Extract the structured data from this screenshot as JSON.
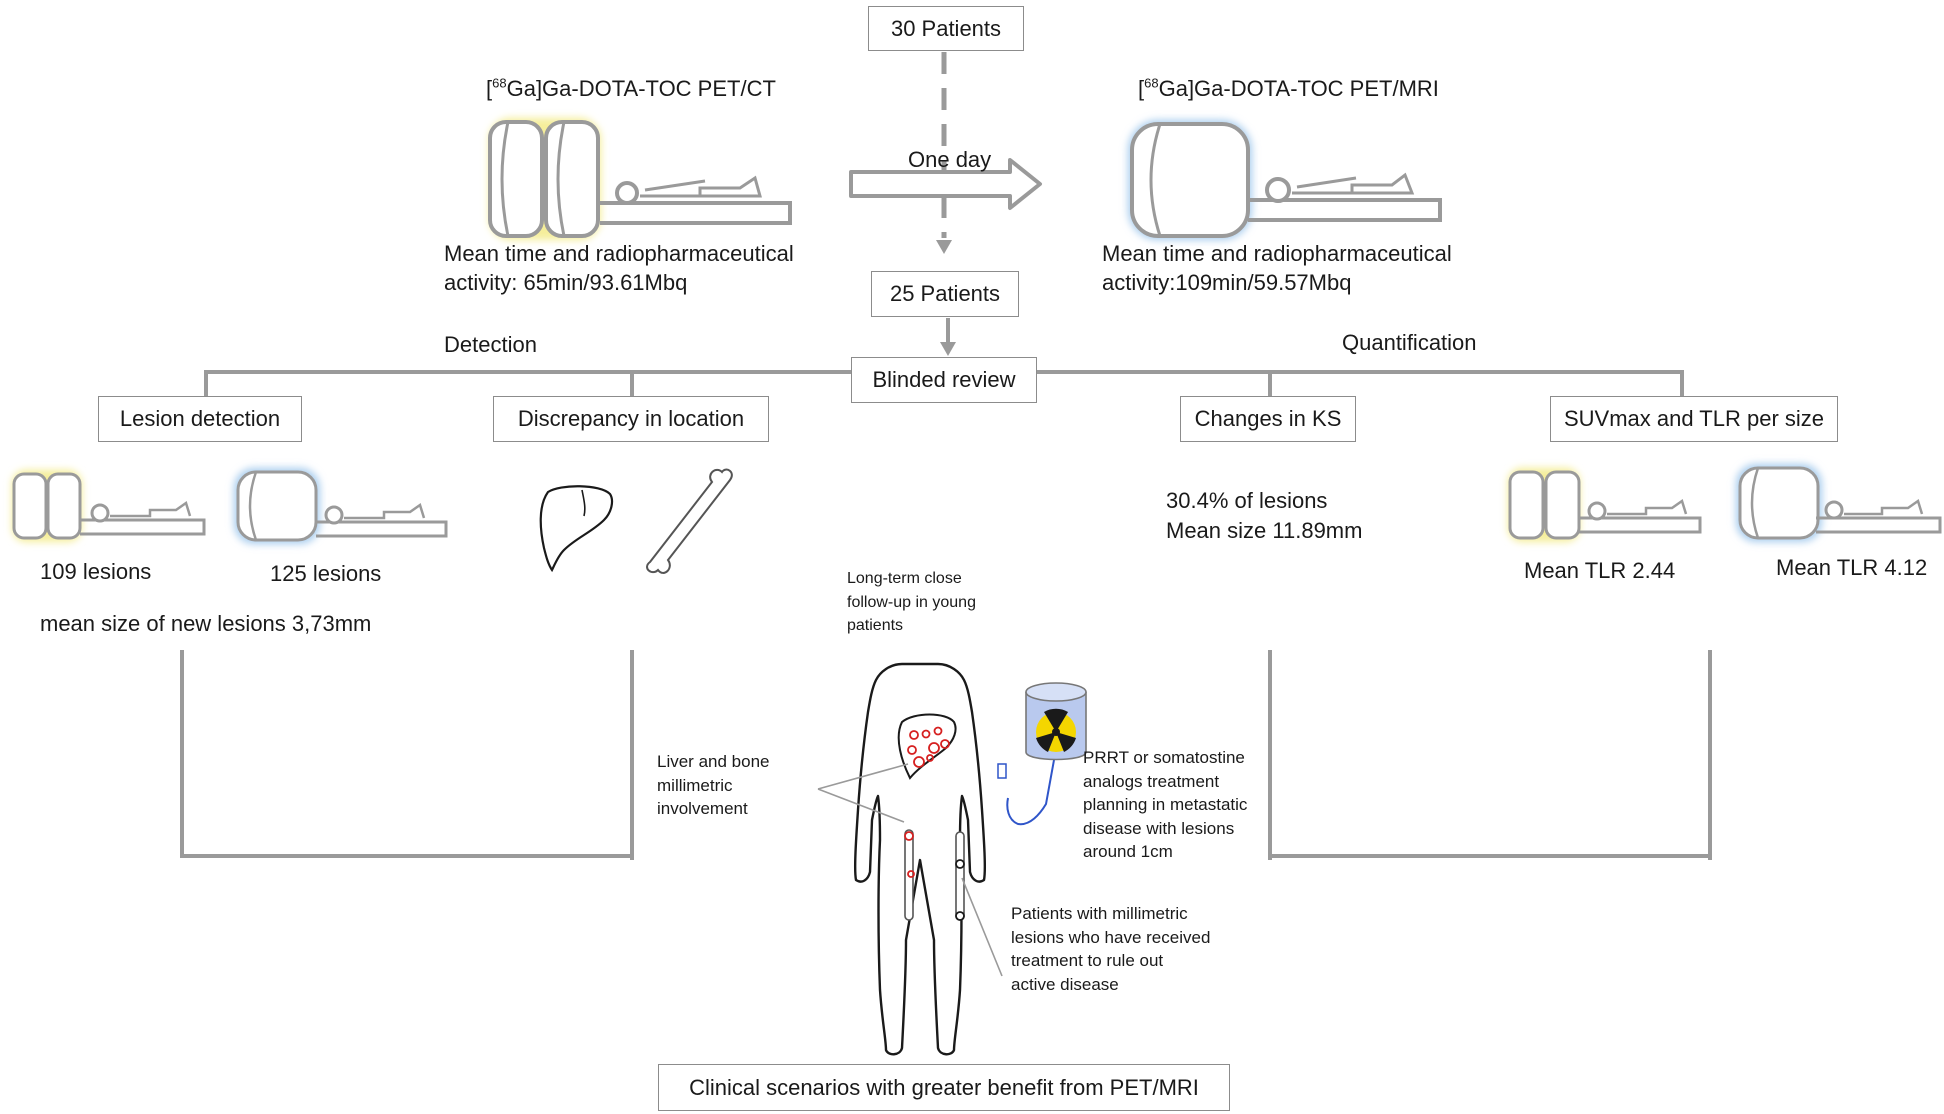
{
  "top": {
    "patients_30": "30 Patients",
    "one_day": "One day",
    "patients_25": "25 Patients"
  },
  "petct": {
    "title_sup": "68",
    "title_pre": "[",
    "title_post": "Ga]Ga-DOTA-TOC PET/CT",
    "stats_line1": "Mean time and radiopharmaceutical",
    "stats_line2": "activity: 65min/93.61Mbq"
  },
  "petmri": {
    "title_sup": "68",
    "title_pre": "[",
    "title_post": "Ga]Ga-DOTA-TOC PET/MRI",
    "stats_line1": "Mean time and radiopharmaceutical",
    "stats_line2": "activity:109min/59.57Mbq"
  },
  "sections": {
    "detection": "Detection",
    "quantification": "Quantification",
    "blinded_review": "Blinded review"
  },
  "boxes": {
    "lesion_detection": "Lesion detection",
    "discrepancy": "Discrepancy in location",
    "changes_ks": "Changes in KS",
    "suvmax_tlr": "SUVmax and TLR per size"
  },
  "results": {
    "lesions_petct": "109 lesions",
    "lesions_petmri": "125 lesions",
    "mean_size_new": "mean size of new lesions 3,73mm",
    "ks_pct": "30.4% of lesions",
    "ks_size": "Mean size 11.89mm",
    "tlr_petct": "Mean TLR 2.44",
    "tlr_petmri": "Mean TLR 4.12"
  },
  "scenarios": {
    "followup": [
      "Long-term close",
      "follow-up in young",
      "patients"
    ],
    "liver_bone": [
      "Liver and bone",
      "millimetric",
      "involvement"
    ],
    "prrt": [
      "PRRT or somatostine",
      "analogs treatment",
      "planning in metastatic",
      "disease with lesions",
      "around 1cm"
    ],
    "treated": [
      "Patients with millimetric",
      "lesions who have received",
      "treatment to rule out",
      "active disease"
    ],
    "footer": "Clinical scenarios with greater benefit from PET/MRI"
  },
  "colors": {
    "pet_glow": "#f5ee9a",
    "mri_glow": "#a9cdee",
    "line_gray": "#8c8c8c",
    "lesion_red": "#d62020",
    "radiation_yellow": "#f4d600",
    "vial_blue": "#b9c9ee"
  }
}
